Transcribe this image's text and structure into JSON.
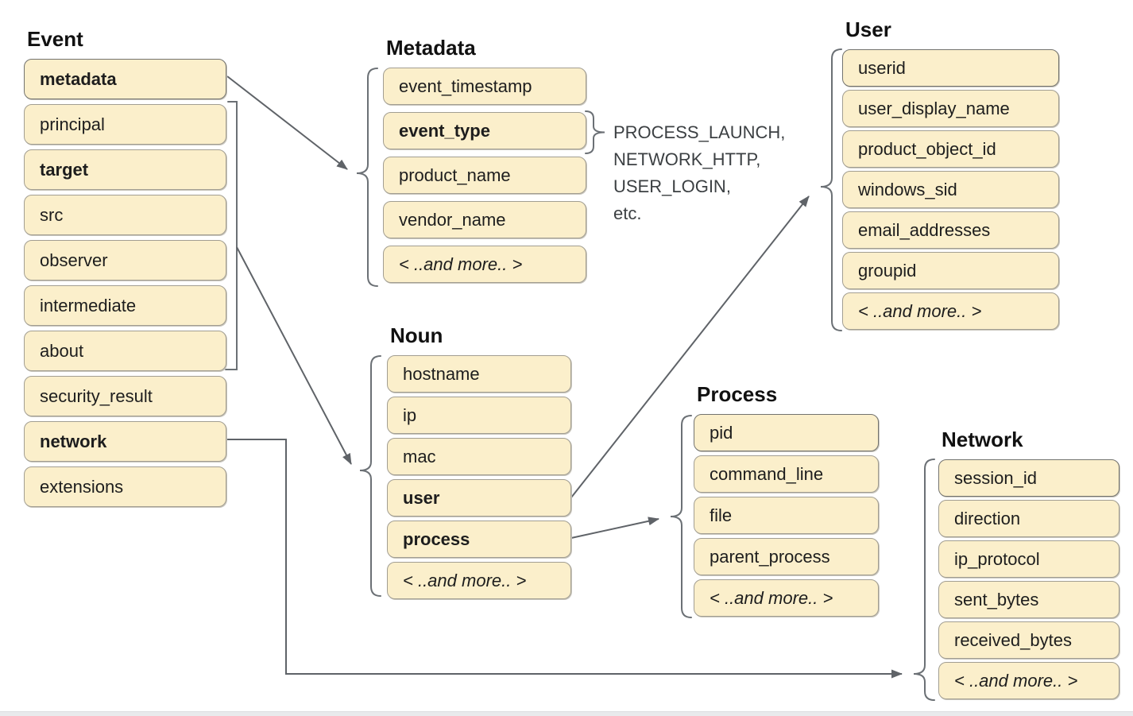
{
  "groups": {
    "event": {
      "title": "Event",
      "items": [
        "metadata",
        "principal",
        "target",
        "src",
        "observer",
        "intermediate",
        "about",
        "security_result",
        "network",
        "extensions"
      ]
    },
    "metadata": {
      "title": "Metadata",
      "items": [
        "event_timestamp",
        "event_type",
        "product_name",
        "vendor_name",
        "< ..and more.. >"
      ]
    },
    "noun": {
      "title": "Noun",
      "items": [
        "hostname",
        "ip",
        "mac",
        "user",
        "process",
        "< ..and more.. >"
      ]
    },
    "user": {
      "title": "User",
      "items": [
        "userid",
        "user_display_name",
        "product_object_id",
        "windows_sid",
        "email_addresses",
        "groupid",
        "< ..and more.. >"
      ]
    },
    "process": {
      "title": "Process",
      "items": [
        "pid",
        "command_line",
        "file",
        "parent_process",
        "< ..and more.. >"
      ]
    },
    "network": {
      "title": "Network",
      "items": [
        "session_id",
        "direction",
        "ip_protocol",
        "sent_bytes",
        "received_bytes",
        "< ..and more.. >"
      ]
    }
  },
  "event_type_values": {
    "lines": [
      "PROCESS_LAUNCH,",
      "NETWORK_HTTP,",
      "USER_LOGIN,",
      "etc."
    ]
  },
  "colors": {
    "box_fill": "#FBEFCB",
    "box_border": "#A29E92",
    "box_border_dark": "#73736F",
    "connector": "#5F6368",
    "text": "#1F1F1F"
  }
}
